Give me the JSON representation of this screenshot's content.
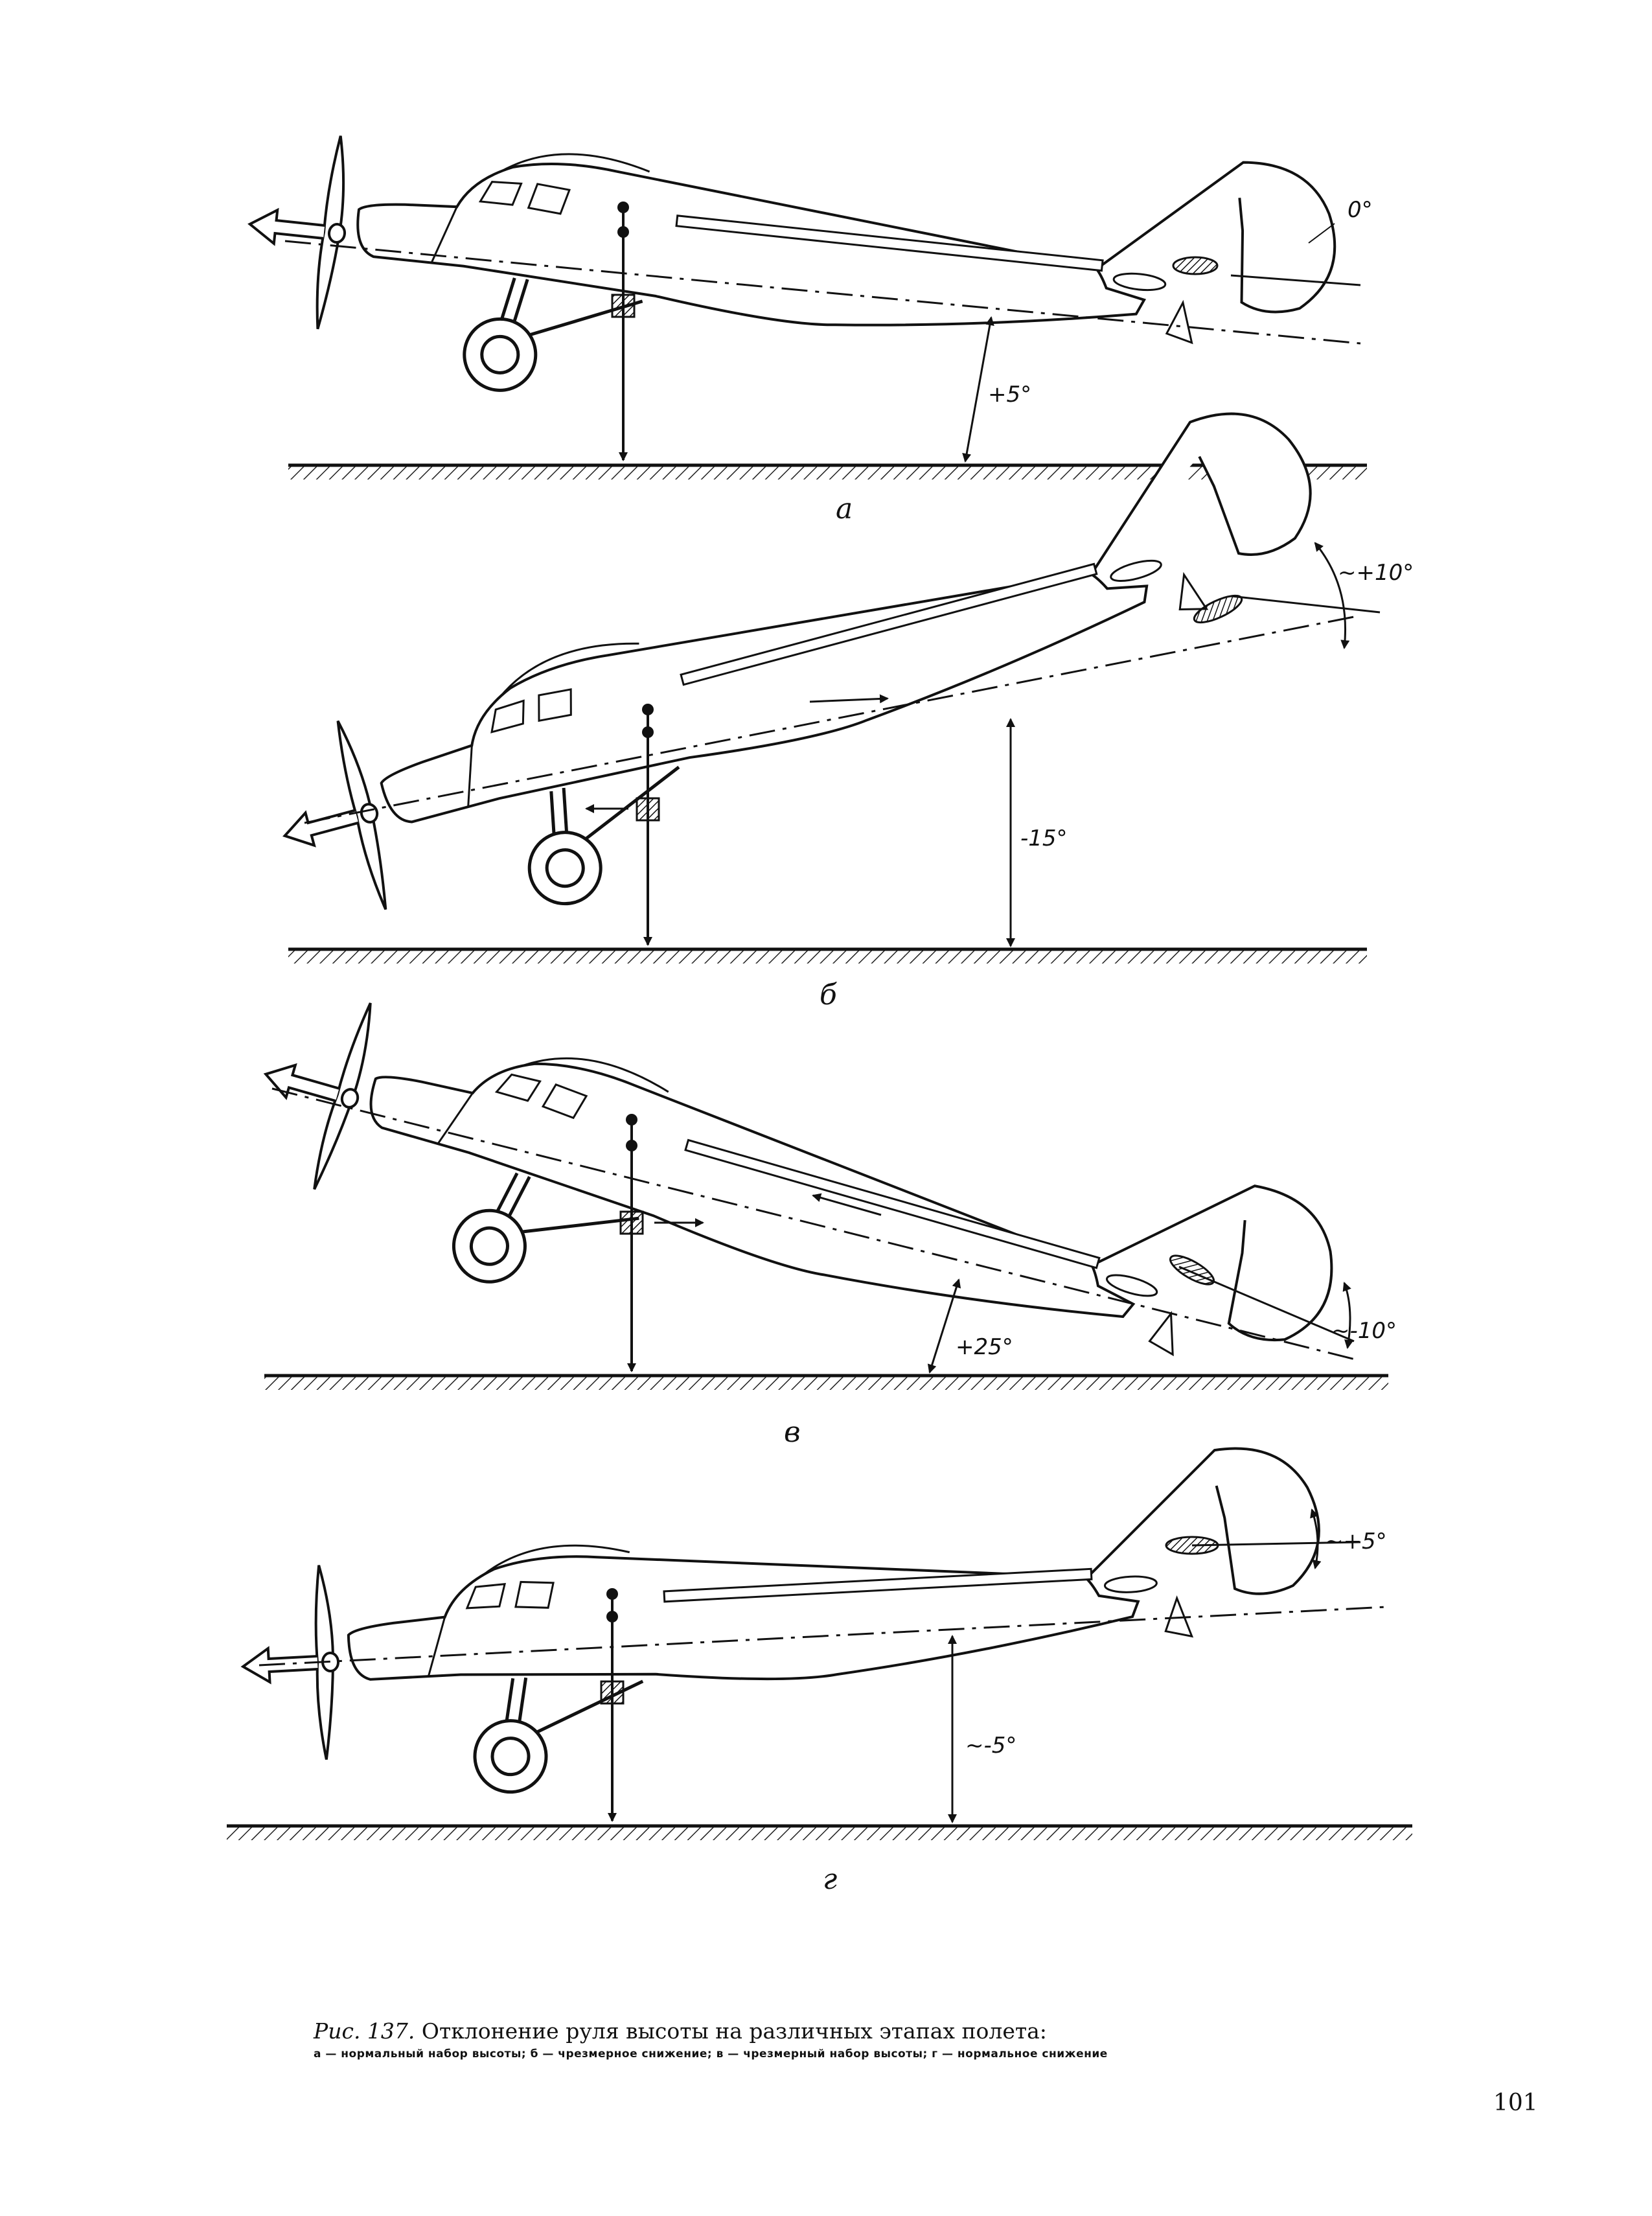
{
  "panels": [
    {
      "letter": "а",
      "elevator_label": "0°",
      "pitch_label": "+5°"
    },
    {
      "letter": "б",
      "elevator_label": "~+10°",
      "pitch_label": "-15°"
    },
    {
      "letter": "в",
      "elevator_label": "~-10°",
      "pitch_label": "+25°"
    },
    {
      "letter": "г",
      "elevator_label": "~+5°",
      "pitch_label": "~-5°"
    }
  ],
  "caption": {
    "figure_number": "Рис. 137.",
    "title": "Отклонение руля высоты на различных этапах полета:",
    "legend": "а — нормальный набор высоты; б — чрезмерное снижение; в — чрезмерный набор высоты; г — нормальное снижение"
  },
  "page_number": "101"
}
